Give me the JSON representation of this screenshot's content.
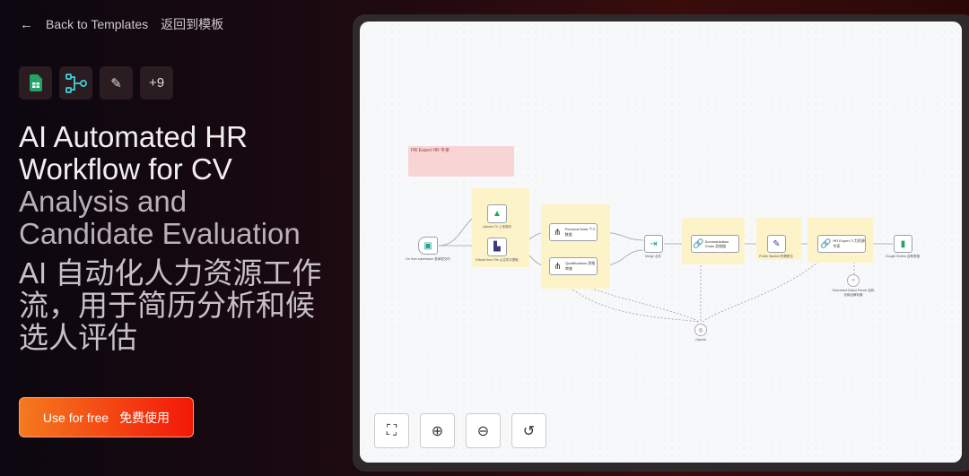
{
  "nav": {
    "back_label": "Back to Templates",
    "back_label_cn": "返回到模板",
    "back_icon": "arrow-left-icon"
  },
  "integrations": {
    "icons": [
      "google-sheets-icon",
      "workflow-branch-icon",
      "pencil-icon"
    ],
    "more": "+9"
  },
  "title": {
    "en_lines": [
      "AI Automated HR",
      "Workflow for CV",
      "Analysis and",
      "Candidate Evaluation"
    ],
    "cn": "AI 自动化人力资源工作流，用于简历分析和候选人评估"
  },
  "cta": {
    "label": "Use for free",
    "label_cn": "免费使用",
    "colors": [
      "#f47a1f",
      "#f31808"
    ]
  },
  "workflow": {
    "sticky_title": "HR Expert HR 专家",
    "nodes": {
      "trigger": "On form submission 表单提交时",
      "upload": "Upload CV 上传简历",
      "extract": "Extract from File 从文件中提取",
      "personal": "Personal Data 个人数据",
      "qualifications": "Qualifications 资格审查",
      "merge": "Merge 合并",
      "summarization": "Summarization Chain 总结链",
      "profile": "Profile Wanted 所需职位",
      "hr_expert": "HR Expert 人力资源专家",
      "sheets": "Google Sheets 谷歌表格",
      "openai": "OpenAI",
      "parser": "Structured Output Parser 结构化输出解析器"
    }
  },
  "controls": {
    "icons": [
      "fit-view-icon",
      "zoom-in-icon",
      "zoom-out-icon",
      "reset-icon"
    ]
  }
}
